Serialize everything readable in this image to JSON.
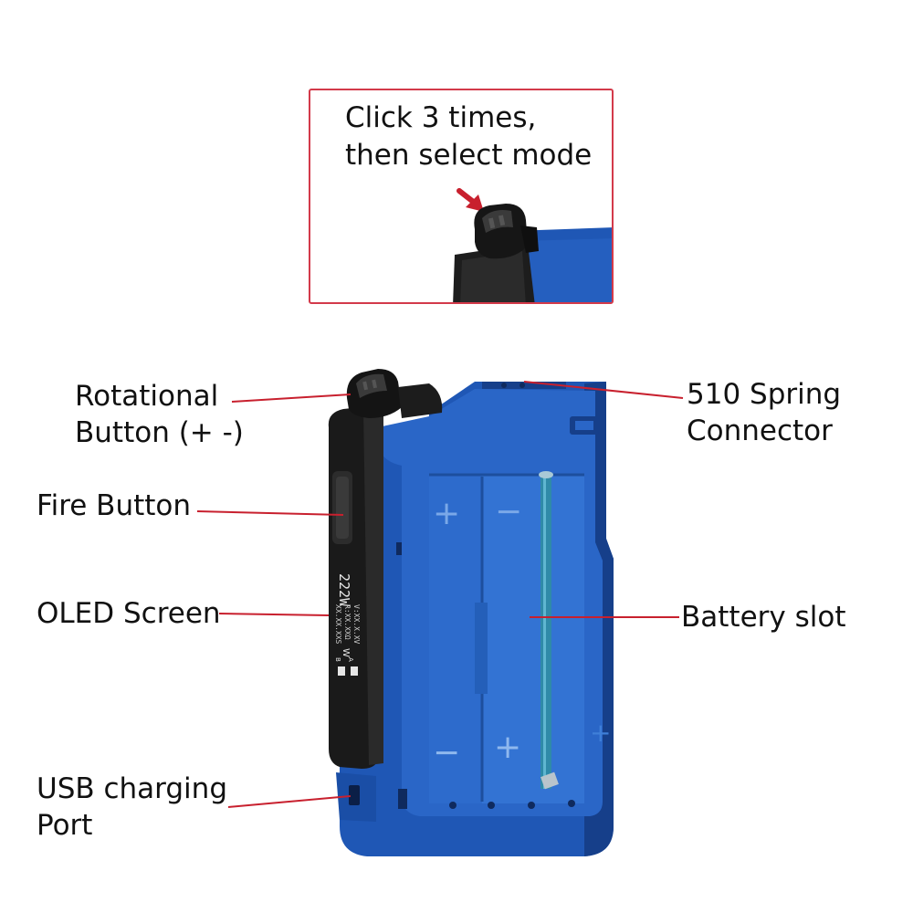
{
  "inset": {
    "line1": "Click 3 times,",
    "line2": "then select mode"
  },
  "labels": {
    "rotational_line1": "Rotational",
    "rotational_line2": "Button (+ -)",
    "fire": "Fire Button",
    "oled": "OLED Screen",
    "usb_line1": "USB charging",
    "usb_line2": "Port",
    "spring_line1": "510 Spring",
    "spring_line2": "Connector",
    "battery": "Battery slot"
  },
  "screen": {
    "wattage": "222W",
    "readout1": "V:XX.X.XV",
    "readout2": "R:XX.XXΩ",
    "readout3": "XX.XX.XXS",
    "unit": "W",
    "slot_a": "A",
    "slot_b": "B"
  },
  "battery_marks": {
    "left_top": "+",
    "right_top": "−",
    "left_bottom": "−",
    "right_bottom": "+"
  },
  "colors": {
    "leader_line": "#c8202e",
    "frame_border": "#d33a4a",
    "body_blue": "#1f57b5",
    "body_dark_blue": "#163f8a",
    "inner_blue": "#2a66c7",
    "black_panel": "#1a1a1a"
  },
  "icons": {
    "arrow": "red-arrow-icon"
  }
}
